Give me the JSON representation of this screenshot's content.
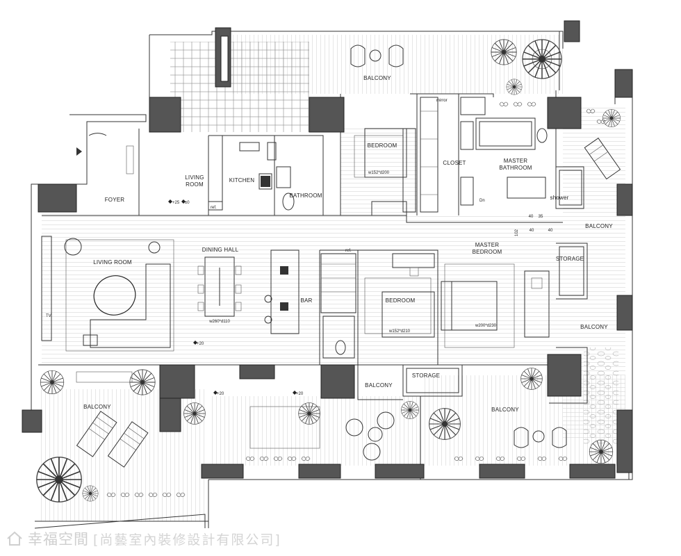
{
  "rooms": {
    "balcony_top": "BALCONY",
    "foyer": "FOYER",
    "living_room_small": [
      "LIVING",
      "ROOM"
    ],
    "kitchen": "KITCHEN",
    "bathroom_small": "BATHROOM",
    "bedroom_top": "BEDROOM",
    "closet": "CLOSET",
    "master_bathroom": [
      "MASTER",
      "BATHROOM"
    ],
    "shower": "shower",
    "balcony_right_top": "BALCONY",
    "living_room": "LIVING ROOM",
    "dining_hall": "DINING HALL",
    "bar": "BAR",
    "bedroom_middle": "BEDROOM",
    "master_bedroom": [
      "MASTER",
      "BEDROOM"
    ],
    "storage_right": "STORAGE",
    "balcony_right_mid": "BALCONY",
    "balcony_bottom_left": "BALCONY",
    "balcony_bottom_mid": "BALCONY",
    "storage_bottom": "STORAGE",
    "balcony_bottom_right": "BALCONY"
  },
  "annotations": {
    "mirror": "mirror",
    "bed_top_size": "w152*d200",
    "bed_mid_size": "w152*d210",
    "master_bed_size": "w200*d230",
    "dining_table_size": "w260*d110",
    "level_plus25": "+25",
    "level_zero": "±0",
    "level_plus20_living": "+20",
    "level_plus20_a": "+20",
    "level_plus20_b": "+20",
    "ref_kitchen": "ref.",
    "ref_bedroom": "ref.",
    "tv_label": "TV",
    "dim_35": "35",
    "dim_40a": "40",
    "dim_40b": "40",
    "dim_40c": "40",
    "dim_102": "102",
    "dn": "Dn"
  },
  "watermark": {
    "brand": "幸福空間",
    "credit": "[尚藝室內裝修設計有限公司]"
  },
  "colors": {
    "column_fill": "#555555",
    "wall_stroke": "#333333",
    "watermark": "#cfcfcf"
  }
}
